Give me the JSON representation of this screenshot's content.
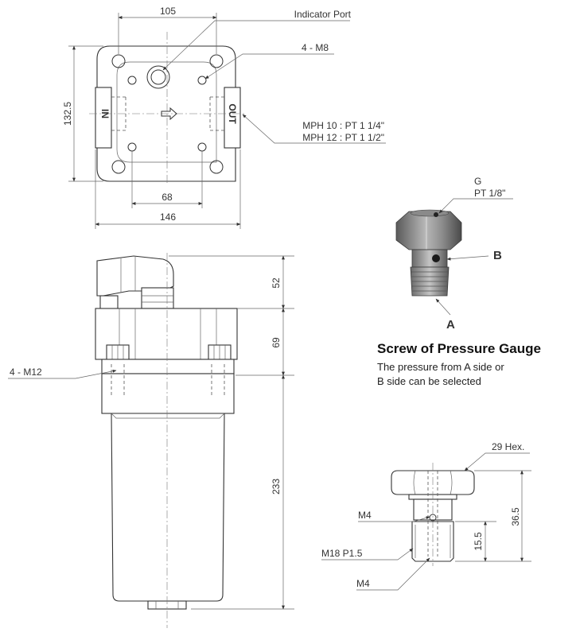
{
  "top_view": {
    "dim_width_bolt": "105",
    "dim_height": "132.5",
    "dim_inner": "68",
    "dim_width": "146",
    "indicator_port": "Indicator Port",
    "bolts": "4 - M8",
    "port_in": "IN",
    "port_out": "OUT",
    "port_spec_1": "MPH 10 : PT 1 1/4\"",
    "port_spec_2": "MPH 12 : PT 1 1/2\""
  },
  "side_view": {
    "dim_a": "52",
    "dim_b": "69",
    "dim_c": "233",
    "bolts": "4 - M12"
  },
  "screw_photo": {
    "label_g": "G",
    "label_pt": "PT 1/8\"",
    "label_a": "A",
    "label_b": "B",
    "title": "Screw of Pressure Gauge",
    "desc_line1": "The pressure from A side or",
    "desc_line2": "B side can be selected"
  },
  "screw_drawing": {
    "hex": "29 Hex.",
    "m4_top": "M4",
    "thread": "M18  P1.5",
    "m4_bottom": "M4",
    "dim_total": "36.5",
    "dim_thread": "15.5"
  }
}
